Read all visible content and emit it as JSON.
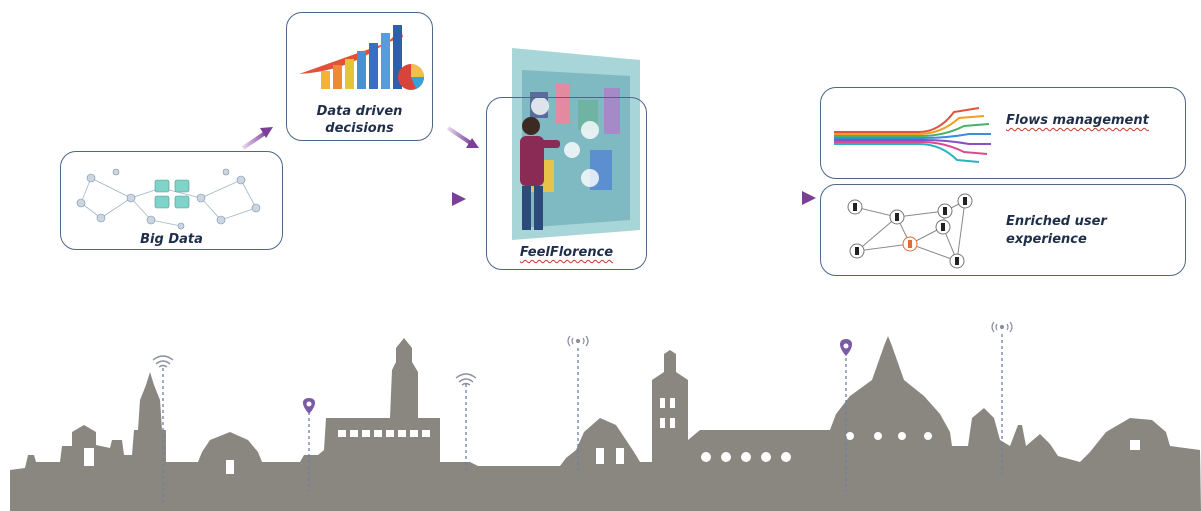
{
  "nodes": {
    "big_data": {
      "label": "Big Data"
    },
    "data_driven": {
      "label": "Data driven decisions"
    },
    "feel_florence": {
      "label": "FeelFlorence"
    },
    "flows_management": {
      "label": "Flows management"
    },
    "enriched_experience": {
      "label": "Enriched user experience"
    }
  },
  "colors": {
    "box_border": "#4d6788",
    "arrow": "#7b3f98",
    "skyline": "#8a8780",
    "text": "#1f2f4a",
    "pin": "#7b5aa6"
  },
  "icons": [
    "network-graph-icon",
    "growth-chart-icon",
    "tablet-user-icon",
    "flow-lines-icon",
    "social-network-icon",
    "wifi-icon",
    "location-pin-icon"
  ]
}
